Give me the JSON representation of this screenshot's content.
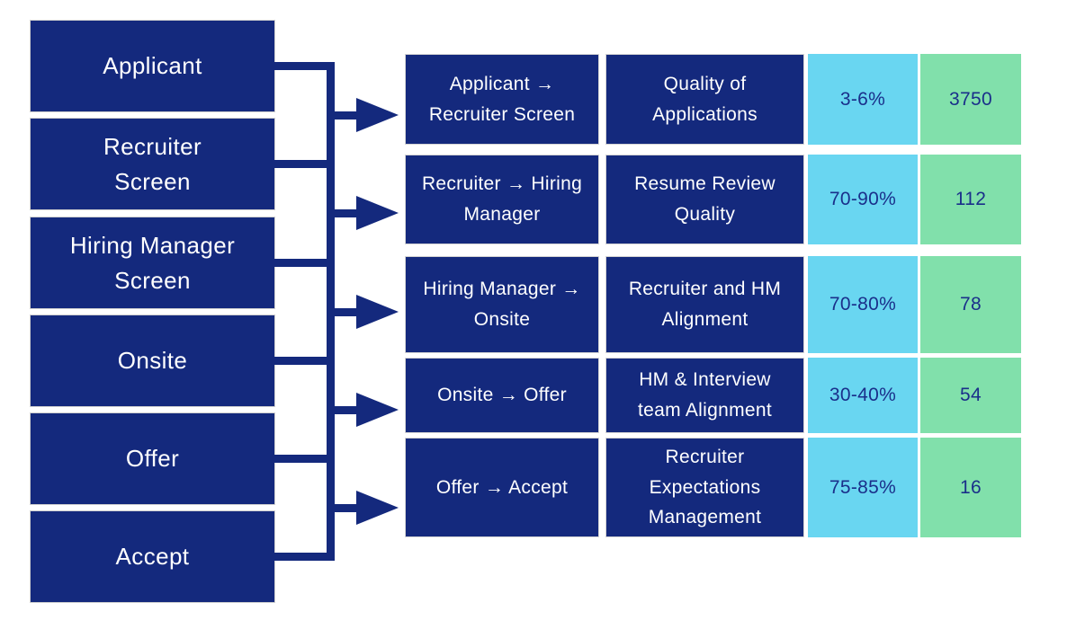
{
  "funnel": {
    "stages": [
      {
        "label": "Applicant"
      },
      {
        "label": "Recruiter\nScreen"
      },
      {
        "label": "Hiring Manager\nScreen"
      },
      {
        "label": "Onsite"
      },
      {
        "label": "Offer"
      },
      {
        "label": "Accept"
      }
    ]
  },
  "metrics_table": {
    "rows": [
      {
        "transition": "Applicant →\nRecruiter Screen",
        "driver": "Quality of\nApplications",
        "rate": "3-6%",
        "count": "3750"
      },
      {
        "transition": "Recruiter → Hiring\nManager",
        "driver": "Resume Review\nQuality",
        "rate": "70-90%",
        "count": "112"
      },
      {
        "transition": "Hiring Manager →\nOnsite",
        "driver": "Recruiter and HM\nAlignment",
        "rate": "70-80%",
        "count": "78"
      },
      {
        "transition": "Onsite → Offer",
        "driver": "HM & Interview\nteam Alignment",
        "rate": "30-40%",
        "count": "54"
      },
      {
        "transition": "Offer → Accept",
        "driver": "Recruiter\nExpectations\nManagement",
        "rate": "75-85%",
        "count": "16"
      }
    ]
  },
  "colors": {
    "navy": "#14297d",
    "cyan": "#69d6f1",
    "green": "#81e0ab",
    "value_text": "#1a2f8a",
    "white_text": "#ffffff"
  }
}
